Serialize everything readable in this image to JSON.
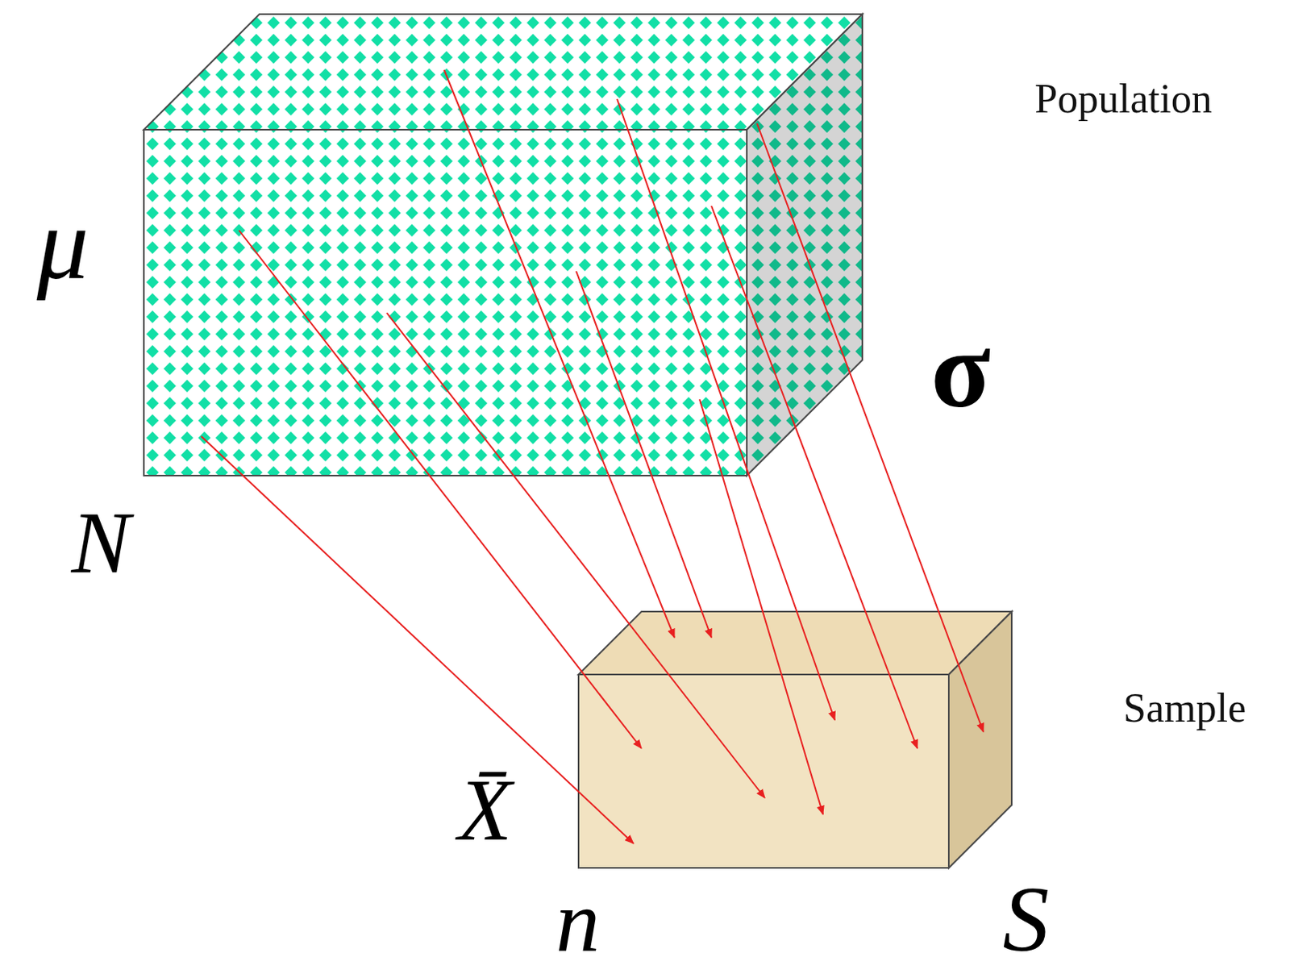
{
  "diagram": {
    "nodes": [
      {
        "text": [
          "Population"
        ]
      },
      {
        "text": [
          "Sample"
        ]
      }
    ],
    "edges": [
      {
        "from": 0,
        "to": 1,
        "arrow": "to"
      },
      {
        "from": 0,
        "to": 1,
        "arrow": "to"
      },
      {
        "from": 0,
        "to": 1,
        "arrow": "to"
      },
      {
        "from": 0,
        "to": 1,
        "arrow": "to"
      },
      {
        "from": 0,
        "to": 1,
        "arrow": "to"
      },
      {
        "from": 0,
        "to": 1,
        "arrow": "to"
      },
      {
        "from": 0,
        "to": 1,
        "arrow": "to"
      },
      {
        "from": 0,
        "to": 1,
        "arrow": "to"
      },
      {
        "from": 0,
        "to": 1,
        "arrow": "to"
      }
    ],
    "labels": [
      "μ",
      "σ",
      "N",
      "X̄",
      "n",
      "S"
    ]
  }
}
